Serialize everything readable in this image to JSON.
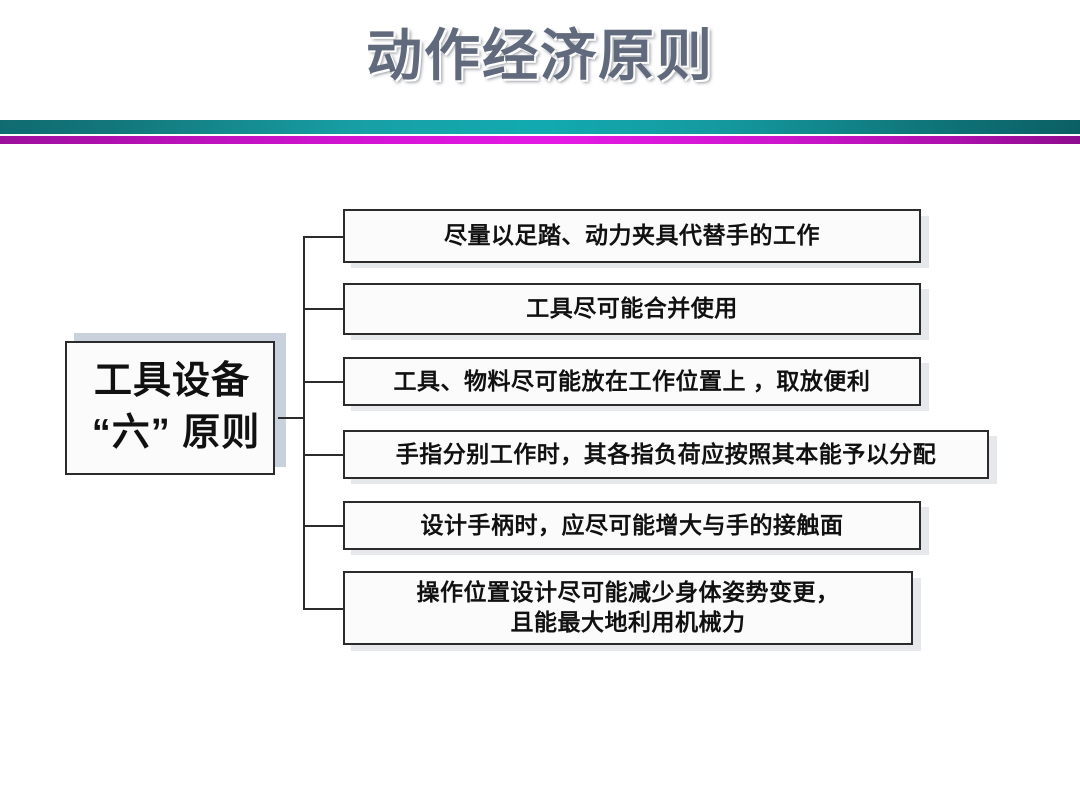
{
  "slide": {
    "title": "动作经济原则",
    "title_color": "#616a7c",
    "background_color": "#ffffff"
  },
  "divider": {
    "bar_top_color": "#12aab0",
    "bar_bottom_color": "#d915d9"
  },
  "diagram": {
    "type": "tree",
    "root": {
      "label_line1": "工具设备",
      "label_line2": "“六” 原则",
      "box_fill": "#fbfbfb",
      "box_border": "#2b2b2b",
      "shadow_color": "#c9d1dc"
    },
    "branches": [
      {
        "index": 1,
        "label": "尽量以足踏、动力夹具代替手的工作"
      },
      {
        "index": 2,
        "label": "工具尽可能合并使用"
      },
      {
        "index": 3,
        "label": "工具、物料尽可能放在工作位置上 ，取放便利"
      },
      {
        "index": 4,
        "label": "手指分别工作时，其各指负荷应按照其本能予以分配"
      },
      {
        "index": 5,
        "label": "设计手柄时，应尽可能增大与手的接触面"
      },
      {
        "index": 6,
        "label": "操作位置设计尽可能减少身体姿势变更，\n且能最大地利用机械力"
      }
    ]
  }
}
